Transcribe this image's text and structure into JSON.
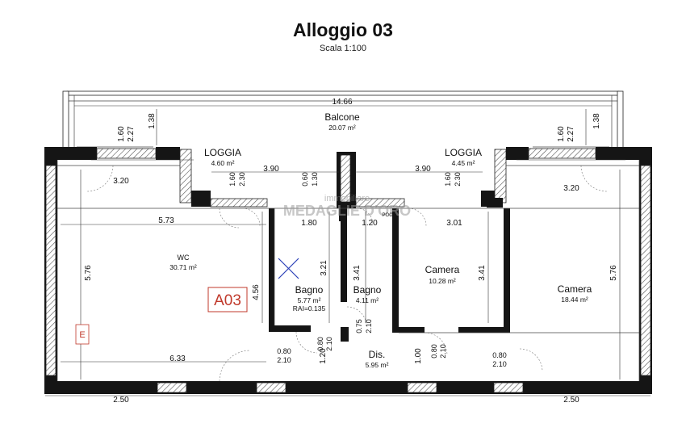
{
  "header": {
    "title": "Alloggio 03",
    "scale": "Scala 1:100"
  },
  "unit_tag": "A03",
  "e_tag": "E",
  "watermark": {
    "line1": "immobiliare",
    "line2": "MEDAGLIE D'ORO"
  },
  "rooms": {
    "balcone": {
      "name": "Balcone",
      "area": "20.07 m²"
    },
    "loggia_left": {
      "name": "LOGGIA",
      "area": "4.60 m²"
    },
    "loggia_right": {
      "name": "LOGGIA",
      "area": "4.45 m²"
    },
    "wc": {
      "name": "WC",
      "area": "30.71 m²"
    },
    "bagno1": {
      "name": "Bagno",
      "area": "5.77 m²",
      "rai": "RAI=0.135"
    },
    "bagno2": {
      "name": "Bagno",
      "area": "4.11 m²"
    },
    "camera1": {
      "name": "Camera",
      "area": "10.28 m²"
    },
    "camera2": {
      "name": "Camera",
      "area": "18.44 m²"
    },
    "dis": {
      "name": "Dis.",
      "area": "5.95 m²"
    }
  },
  "dims": {
    "top_total": "14.66",
    "bal_l_160": "1.60",
    "bal_l_227": "2.27",
    "bal_l_138": "1.38",
    "bal_r_160": "1.60",
    "bal_r_227": "2.27",
    "bal_r_138": "1.38",
    "win_l_320": "3.20",
    "win_r_320": "3.20",
    "log_l_390": "3.90",
    "log_r_390": "3.90",
    "log_l_160": "1.60",
    "log_l_230": "2.30",
    "mid_060": "0.60",
    "mid_130": "1.30",
    "log_r_160": "1.60",
    "log_r_230": "2.30",
    "wc_573": "5.73",
    "b1_180": "1.80",
    "b2_120": "1.20",
    "poc": "POC",
    "cam1_301": "3.01",
    "left_576": "5.76",
    "right_576": "5.76",
    "b1_321": "3.21",
    "b2_341": "3.41",
    "cam1_341": "3.41",
    "wc_456": "4.56",
    "b1_d080": "0.80",
    "b1_d210": "2.10",
    "b2_d075": "0.75",
    "b2_d210": "2.10",
    "wc_633": "6.33",
    "wc_d080": "0.80",
    "wc_d210": "2.10",
    "dis_120": "1.20",
    "dis_100": "1.00",
    "cam1_d080": "0.80",
    "cam1_d210": "2.10",
    "cam2_d080": "0.80",
    "cam2_d210": "2.10",
    "bot_l_250": "2.50",
    "bot_r_250": "2.50"
  }
}
